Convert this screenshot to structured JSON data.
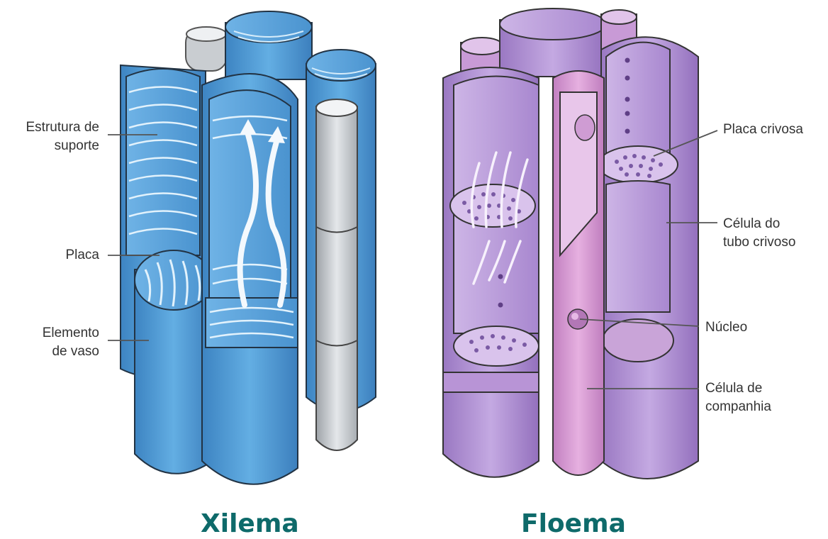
{
  "xylem": {
    "title": "Xilema",
    "labels": {
      "support": [
        "Estrutura de",
        "suporte"
      ],
      "plate": "Placa",
      "vessel": [
        "Elemento",
        "de vaso"
      ]
    }
  },
  "phloem": {
    "title": "Floema",
    "labels": {
      "sieve_plate": "Placa crivosa",
      "sieve_tube": [
        "Célula do",
        "tubo crivoso"
      ],
      "nucleus": "Núcleo",
      "companion": [
        "Célula de",
        "companhia"
      ]
    }
  },
  "colors": {
    "xylem_main": "#4f9bd6",
    "xylem_light": "#8cc4ec",
    "xylem_dark": "#2f6ea3",
    "phloem_main": "#b696d6",
    "phloem_light": "#d7c2ea",
    "phloem_dark": "#7e5aa3",
    "companion": "#d49ad0",
    "title": "#0e6a6a"
  }
}
